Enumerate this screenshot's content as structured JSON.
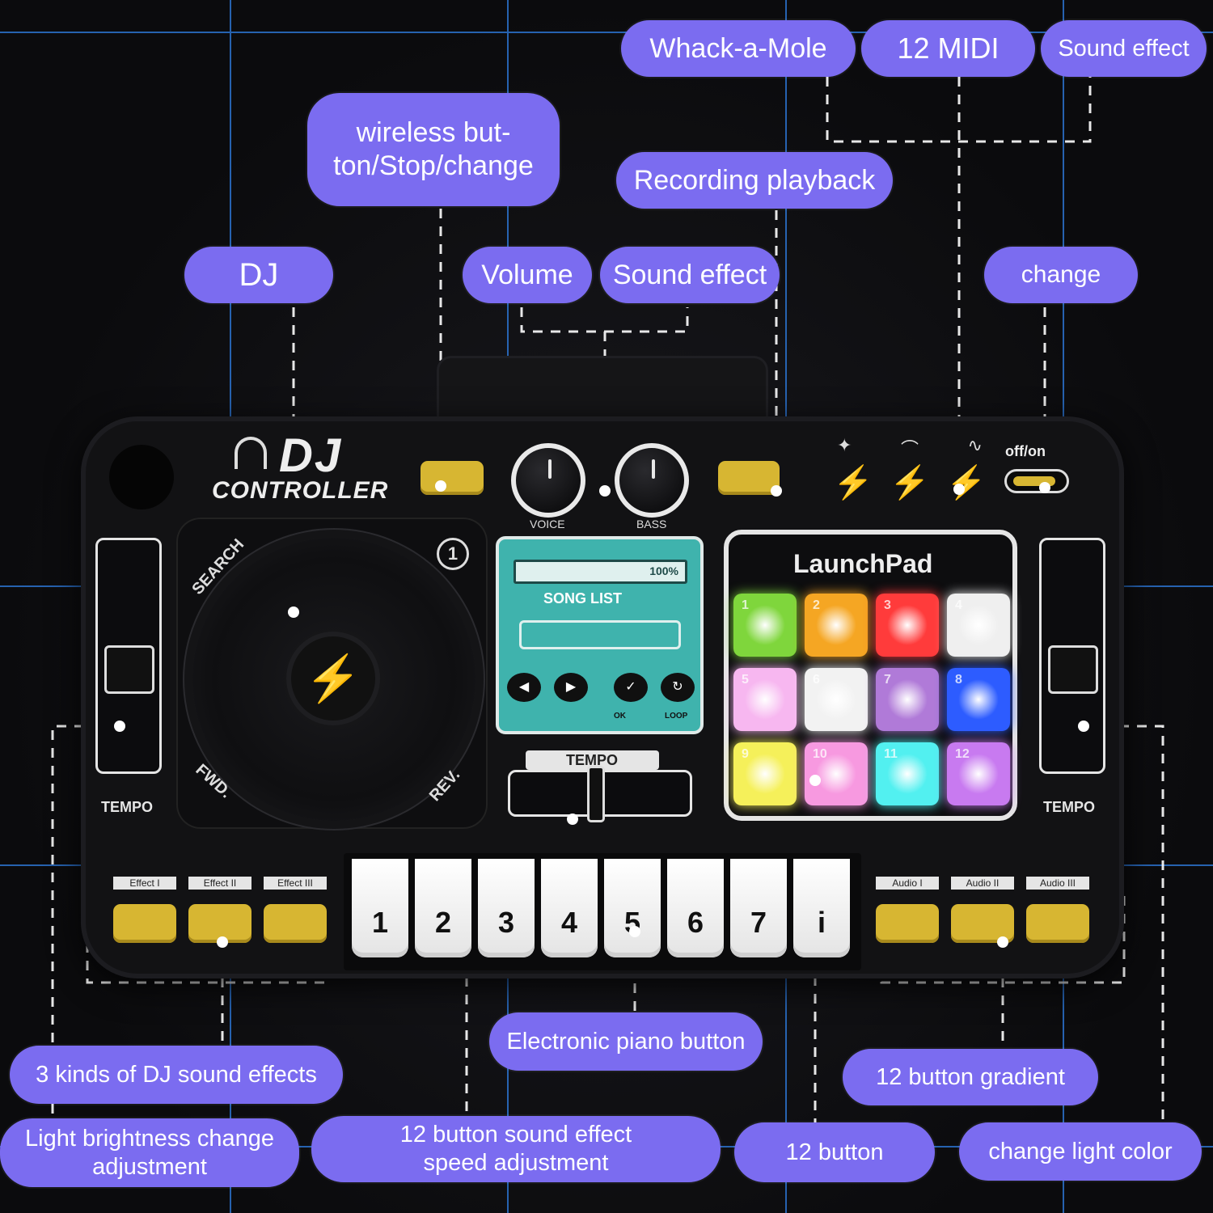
{
  "brand": {
    "line1": "DJ",
    "line2": "CONTROLLER"
  },
  "callouts": {
    "whack": "Whack-a-Mole",
    "midi": "12 MIDI",
    "sound_effect_top": "Sound effect",
    "wireless": "wireless but-ton/Stop/change",
    "recording": "Recording playback",
    "dj": "DJ",
    "volume": "Volume",
    "sound_effect_mid": "Sound effect",
    "change": "change",
    "piano": "Electronic piano button",
    "dj_effects": "3 kinds of DJ sound effects",
    "gradient": "12 button gradient",
    "brightness": "Light brightness change adjustment",
    "speed": "12 button sound effect speed adjustment",
    "twelve_button": "12 button",
    "light_color": "change light color"
  },
  "device": {
    "knob_voice": "VOICE",
    "knob_bass": "BASS",
    "search": "SEARCH",
    "fwd": "FWD.",
    "rev": "REV.",
    "tempo_left": "TEMPO",
    "tempo_right": "TEMPO",
    "tempo_center": "TEMPO",
    "screen_percent": "100%",
    "song_list": "SONG LIST",
    "screen_ok": "OK",
    "screen_loop": "LOOP",
    "launchpad": "LaunchPad",
    "off_on": "off/on",
    "effects": [
      "Effect I",
      "Effect II",
      "Effect III"
    ],
    "audios": [
      "Audio I",
      "Audio II",
      "Audio III"
    ],
    "keys": [
      "1",
      "2",
      "3",
      "4",
      "5",
      "6",
      "7",
      "i"
    ],
    "pads": [
      {
        "num": "1",
        "color": "#7fd63c"
      },
      {
        "num": "2",
        "color": "#f5a623"
      },
      {
        "num": "3",
        "color": "#ff3b3b"
      },
      {
        "num": "4",
        "color": "#efefef"
      },
      {
        "num": "5",
        "color": "#f7b7f0"
      },
      {
        "num": "6",
        "color": "#f2f2f2"
      },
      {
        "num": "7",
        "color": "#b07ad8"
      },
      {
        "num": "8",
        "color": "#2d5cff"
      },
      {
        "num": "9",
        "color": "#f5f05a"
      },
      {
        "num": "10",
        "color": "#f799e0"
      },
      {
        "num": "11",
        "color": "#52f0f0"
      },
      {
        "num": "12",
        "color": "#c87af0"
      }
    ]
  },
  "colors": {
    "callout": "#7b6cf0",
    "accent_yellow": "#d7b632",
    "screen_teal": "#3fb3ad"
  }
}
